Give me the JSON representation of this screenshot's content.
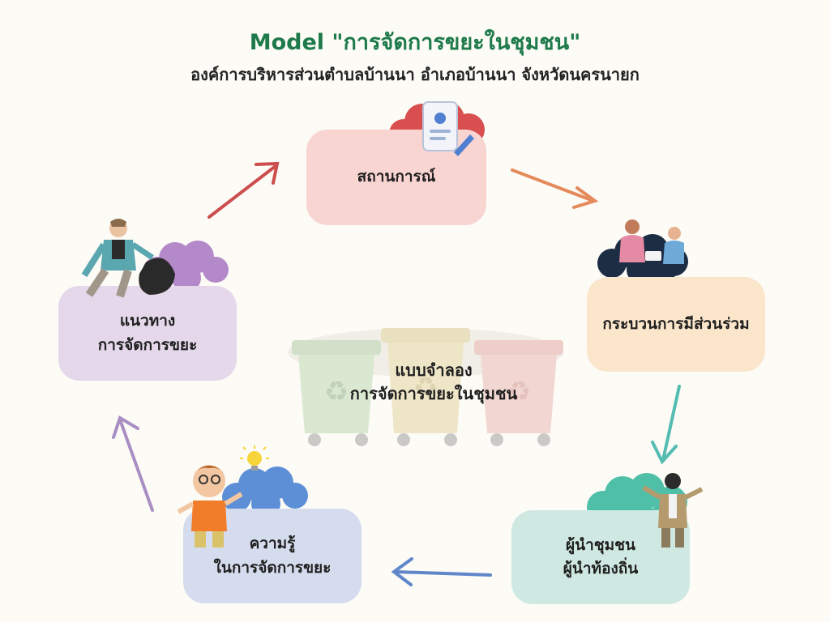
{
  "header": {
    "title": "Model \"การจัดการขยะในชุมชน\"",
    "subtitle": "องค์การบริหารส่วนตำบลบ้านนา อำเภอบ้านนา จังหวัดนครนายก"
  },
  "center": {
    "line1": "แบบจำลอง",
    "line2": "การจัดการขยะในชุมชน"
  },
  "nodes": {
    "situation": {
      "line1": "สถานการณ์"
    },
    "participation": {
      "line1": "กระบวนการมีส่วนร่วม"
    },
    "leaders": {
      "line1": "ผู้นำชุมชน",
      "line2": "ผู้นำท้องถิ่น"
    },
    "knowledge": {
      "line1": "ความรู้",
      "line2": "ในการจัดการขยะ"
    },
    "guideline": {
      "line1": "แนวทาง",
      "line2": "การจัดการขยะ"
    }
  },
  "colors": {
    "title": "#1e7a4a",
    "situation_box": "#f9d5d2",
    "participation_box": "#fbe6cc",
    "leaders_box": "#cfe9e2",
    "knowledge_box": "#d5dcee",
    "guideline_box": "#e4d8ea",
    "arrow_red": "#cc4e4e",
    "arrow_orange": "#e58a5a",
    "arrow_teal": "#55bcb2",
    "arrow_blue": "#5f86c9",
    "arrow_purple": "#a88ec2"
  }
}
